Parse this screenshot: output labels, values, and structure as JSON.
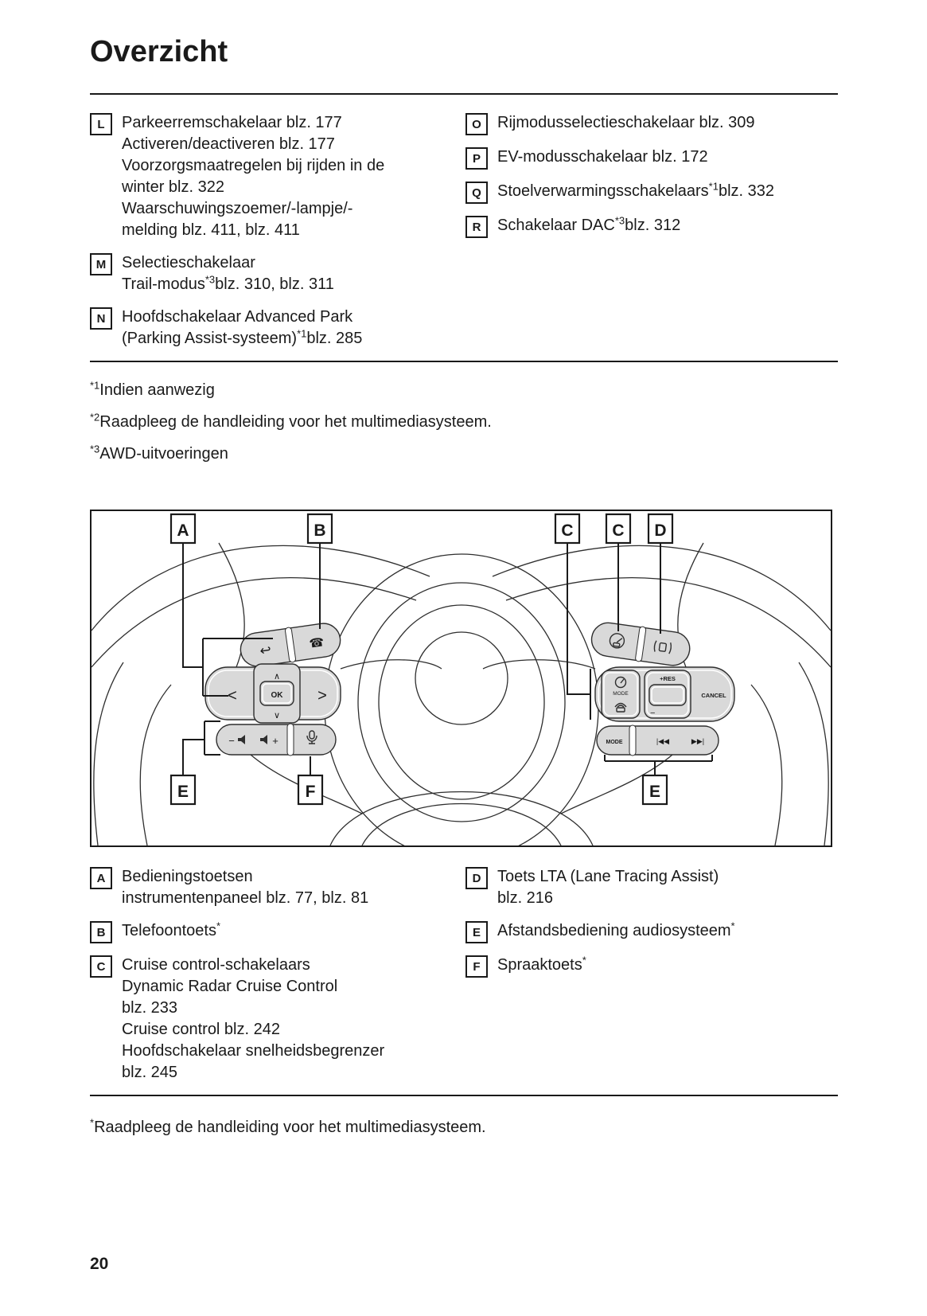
{
  "page": {
    "title": "Overzicht",
    "page_number": "20"
  },
  "top_legend": {
    "left": [
      {
        "key": "L",
        "lines": [
          [
            {
              "t": "Parkeerremschakelaar blz. 177"
            }
          ],
          [
            {
              "t": "Activeren/deactiveren blz. 177"
            }
          ],
          [
            {
              "t": "Voorzorgsmaatregelen bij rijden in de"
            }
          ],
          [
            {
              "t": "winter blz. 322"
            }
          ],
          [
            {
              "t": "Waarschuwingszoemer/-lampje/-"
            }
          ],
          [
            {
              "t": "melding blz. 411, blz. 411"
            }
          ]
        ]
      },
      {
        "key": "M",
        "lines": [
          [
            {
              "t": "Selectieschakelaar"
            }
          ],
          [
            {
              "t": "Trail-modus"
            },
            {
              "s": "*3"
            },
            {
              "t": "blz. 310, blz. 311"
            }
          ]
        ]
      },
      {
        "key": "N",
        "lines": [
          [
            {
              "t": "Hoofdschakelaar Advanced Park"
            }
          ],
          [
            {
              "t": "(Parking Assist-systeem)"
            },
            {
              "s": "*1"
            },
            {
              "t": "blz. 285"
            }
          ]
        ]
      }
    ],
    "right": [
      {
        "key": "O",
        "lines": [
          [
            {
              "t": "Rijmodusselectieschakelaar blz. 309"
            }
          ]
        ]
      },
      {
        "key": "P",
        "lines": [
          [
            {
              "t": "EV-modusschakelaar blz. 172"
            }
          ]
        ]
      },
      {
        "key": "Q",
        "lines": [
          [
            {
              "t": "Stoelverwarmingsschakelaars"
            },
            {
              "s": "*1"
            },
            {
              "t": "blz. 332"
            }
          ]
        ]
      },
      {
        "key": "R",
        "lines": [
          [
            {
              "t": "Schakelaar DAC"
            },
            {
              "s": "*3"
            },
            {
              "t": "blz. 312"
            }
          ]
        ]
      }
    ]
  },
  "footnotes": [
    [
      {
        "s": "*1"
      },
      {
        "t": "Indien aanwezig"
      }
    ],
    [
      {
        "s": "*2"
      },
      {
        "t": "Raadpleeg de handleiding voor het multimediasysteem."
      }
    ],
    [
      {
        "s": "*3"
      },
      {
        "t": "AWD-uitvoeringen"
      }
    ]
  ],
  "diagram": {
    "top_labels": [
      "A",
      "B",
      "C",
      "C",
      "D"
    ],
    "bottom_labels": [
      "E",
      "F",
      "E"
    ],
    "buttons": {
      "ok": "OK",
      "up": "∧",
      "down": "∨",
      "left": "<",
      "right": ">",
      "back": "↩",
      "phone": "☎",
      "vol_minus": "−",
      "vol_plus": "+",
      "mode": "MODE",
      "res": "+RES",
      "set_minus": "−",
      "cancel": "CANCEL",
      "mode2": "MODE",
      "seek_back": "|◀◀",
      "seek_fwd": "▶▶|"
    },
    "icons": {
      "speaker-icon": "svg-shape",
      "voice-mic-icon": "svg-shape",
      "cruise-gauge-icon": "svg-shape",
      "lta-lane-icon": "svg-shape",
      "following-distance-icon": "svg-shape"
    }
  },
  "bottom_legend": {
    "left": [
      {
        "key": "A",
        "lines": [
          [
            {
              "t": "Bedieningstoetsen"
            }
          ],
          [
            {
              "t": "instrumentenpaneel blz. 77, blz. 81"
            }
          ]
        ]
      },
      {
        "key": "B",
        "lines": [
          [
            {
              "t": "Telefoontoets"
            },
            {
              "s": "*"
            }
          ]
        ]
      },
      {
        "key": "C",
        "lines": [
          [
            {
              "t": "Cruise control-schakelaars"
            }
          ],
          [
            {
              "t": "Dynamic Radar Cruise Control"
            }
          ],
          [
            {
              "t": "blz. 233"
            }
          ],
          [
            {
              "t": "Cruise control blz. 242"
            }
          ],
          [
            {
              "t": "Hoofdschakelaar snelheidsbegrenzer"
            }
          ],
          [
            {
              "t": "blz. 245"
            }
          ]
        ]
      }
    ],
    "right": [
      {
        "key": "D",
        "lines": [
          [
            {
              "t": "Toets LTA (Lane Tracing Assist)"
            }
          ],
          [
            {
              "t": "blz. 216"
            }
          ]
        ]
      },
      {
        "key": "E",
        "lines": [
          [
            {
              "t": "Afstandsbediening audiosysteem"
            },
            {
              "s": "*"
            }
          ]
        ]
      },
      {
        "key": "F",
        "lines": [
          [
            {
              "t": "Spraaktoets"
            },
            {
              "s": "*"
            }
          ]
        ]
      }
    ]
  },
  "bottom_footnote": [
    {
      "s": "*"
    },
    {
      "t": "Raadpleeg de handleiding voor het multimediasysteem."
    }
  ]
}
